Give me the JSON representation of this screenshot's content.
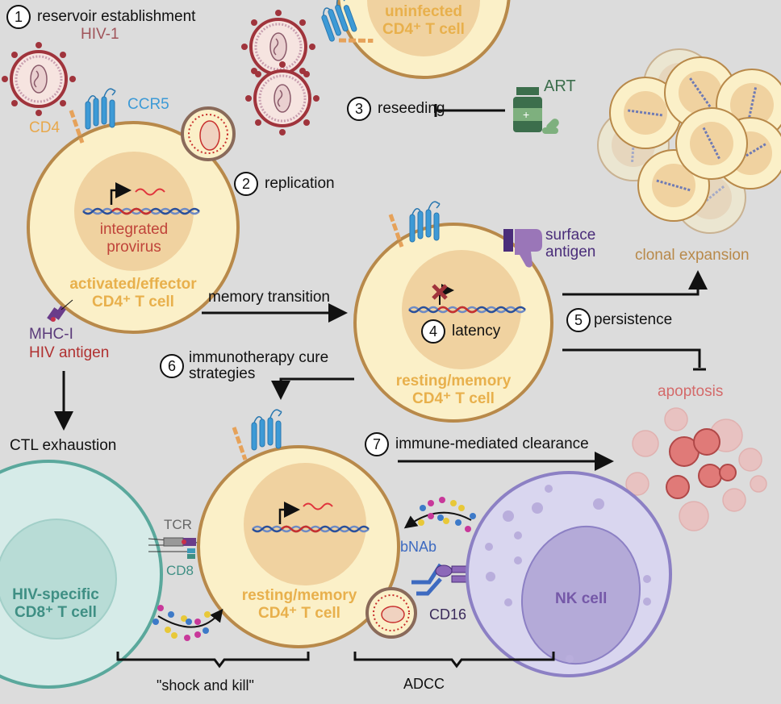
{
  "title": "HIV reservoir establishment, persistence and immunotherapy cure strategies",
  "steps": [
    {
      "num": "1",
      "label": "reservoir establishment"
    },
    {
      "num": "2",
      "label": "replication"
    },
    {
      "num": "3",
      "label": "reseeding"
    },
    {
      "num": "4",
      "label": "latency"
    },
    {
      "num": "5",
      "label": "persistence"
    },
    {
      "num": "6",
      "label": "immunotherapy cure strategies",
      "line1": "immunotherapy cure",
      "line2": "strategies"
    },
    {
      "num": "7",
      "label": "immune-mediated clearance"
    }
  ],
  "labels": {
    "hiv1": "HIV-1",
    "ccr5": "CCR5",
    "cd4": "CD4",
    "art": "ART",
    "integrated_provirus_1": "integrated",
    "integrated_provirus_2": "provirus",
    "mhc_i": "MHC-I",
    "hiv_antigen": "HIV antigen",
    "memory_transition": "memory transition",
    "surface_antigen_1": "surface",
    "surface_antigen_2": "antigen",
    "clonal_expansion": "clonal expansion",
    "apoptosis": "apoptosis",
    "ctl_exhaustion": "CTL exhaustion",
    "tcr": "TCR",
    "cd8": "CD8",
    "bnab": "bNAb",
    "cd16": "CD16",
    "shock_and_kill": "\"shock and kill\"",
    "adcc": "ADCC"
  },
  "cells": {
    "uninfected": {
      "line1": "uninfected",
      "line2": "CD4⁺ T cell"
    },
    "activated": {
      "line1": "activated/effector",
      "line2": "CD4⁺ T cell"
    },
    "resting_top": {
      "line1": "resting/memory",
      "line2": "CD4⁺ T cell"
    },
    "resting_bottom": {
      "line1": "resting/memory",
      "line2": "CD4⁺ T cell"
    },
    "cd8": {
      "line1": "HIV-specific",
      "line2": "CD8⁺ T cell"
    },
    "nk": {
      "line1": "NK cell"
    }
  },
  "colors": {
    "background": "#dcdcdc",
    "cd4_cell_fill": "#fbf0c8",
    "cd4_cell_border": "#b8894a",
    "nucleus": "#f0d2a0",
    "cell_label": "#e8b04c",
    "virus": "#a0343c",
    "ccr5": "#3d9ad6",
    "cd4_receptor": "#e6a25a",
    "cd8_cell": "#d6ebe8",
    "cd8_border": "#5aa89c",
    "cd8_label": "#3f8f84",
    "nk_fill": "#d9d6ef",
    "nk_border": "#8c80c4",
    "nk_label": "#7558a8",
    "apoptosis": "#d46a6a",
    "clonal_label": "#b8894a",
    "art_green": "#3c6e4c",
    "surface_antigen": "#4a2d7a",
    "provirus_text": "#c0443a"
  }
}
